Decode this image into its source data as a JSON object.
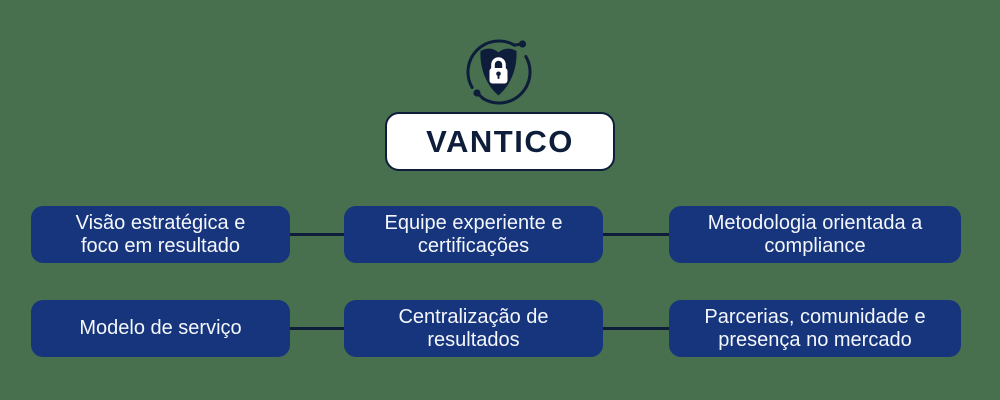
{
  "brand": {
    "title": "VANTICO"
  },
  "logo": {
    "icon": "shield-lock-orbit-icon",
    "shield_color": "#0D1D3A",
    "lock_color": "#FFFFFF",
    "orbit_color": "#0D1D3A"
  },
  "colors": {
    "background": "#48704F",
    "node_fill": "#17357D",
    "node_text": "#F4F7FB",
    "navy": "#0D1D3A",
    "title_box_fill": "#FFFFFF",
    "title_text": "#0D1D3A",
    "connector": "#0D1D3A"
  },
  "nodes": [
    {
      "id": "visao-estrategica",
      "line1": "Visão estratégica e",
      "line2": "foco em resultado"
    },
    {
      "id": "equipe-experiente",
      "line1": "Equipe experiente e",
      "line2": "certificações"
    },
    {
      "id": "metodologia-compliance",
      "line1": "Metodologia orientada a",
      "line2": "compliance"
    },
    {
      "id": "modelo-servico",
      "line1": "Modelo de serviço",
      "line2": ""
    },
    {
      "id": "centralizacao-resultados",
      "line1": "Centralização de",
      "line2": "resultados"
    },
    {
      "id": "parcerias-comunidade",
      "line1": "Parcerias, comunidade e",
      "line2": "presença no mercado"
    }
  ]
}
